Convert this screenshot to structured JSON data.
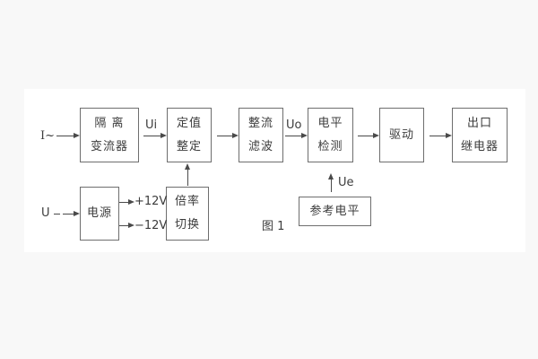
{
  "figure": {
    "caption": "图 1"
  },
  "inputs": {
    "current": "I~",
    "voltage": "U"
  },
  "signals": {
    "ui": "Ui",
    "uo": "Uo",
    "ue": "Ue",
    "rail_pos": "+12V",
    "rail_neg": "−12V"
  },
  "blocks": {
    "isolation_transformer": {
      "line1": "隔 离",
      "line2": "变流器"
    },
    "setting_adjust": {
      "line1": "定值",
      "line2": "整定"
    },
    "rectifier_filter": {
      "line1": "整流",
      "line2": "滤波"
    },
    "level_detect": {
      "line1": "电平",
      "line2": "检测"
    },
    "driver": {
      "line1": "驱动"
    },
    "output_relay": {
      "line1": "出口",
      "line2": "继电器"
    },
    "power_supply": {
      "line1": "电源"
    },
    "ratio_switch": {
      "line1": "倍率",
      "line2": "切换"
    },
    "reference_level": {
      "line1": "参考电平"
    }
  },
  "colors": {
    "page_background": "#f8f8f8",
    "canvas_background": "#ffffff",
    "box_border": "#6e6e6e",
    "text": "#3c3c3c",
    "line": "#4a4a4a"
  }
}
